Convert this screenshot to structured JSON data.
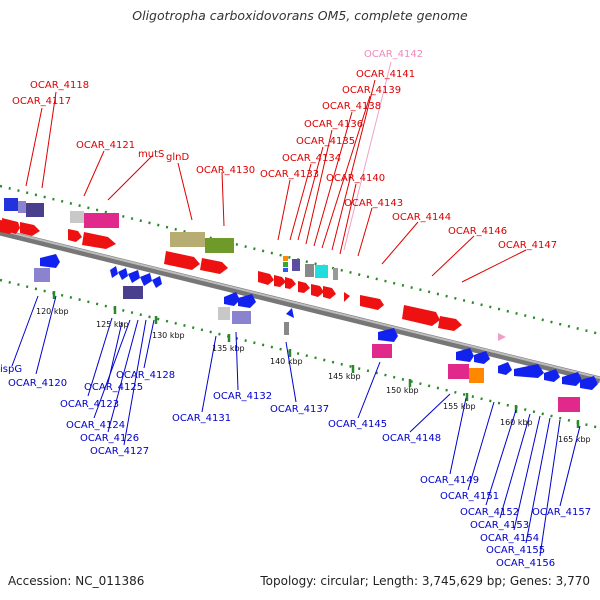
{
  "header": {
    "title": "Oligotropha carboxidovorans OM5, complete genome"
  },
  "footer": {
    "accession": "Accession: NC_011386",
    "summary": "Topology: circular; Length: 3,745,629 bp; Genes: 3,770"
  },
  "colors": {
    "forward_label": "#dd0000",
    "reverse_label": "#0000cc",
    "faint_label": "#ee88bb",
    "backbone": "#888888",
    "tick": "#228822"
  },
  "scale_labels": [
    "120 kbp",
    "125 kbp",
    "130 kbp",
    "135 kbp",
    "140 kbp",
    "145 kbp",
    "150 kbp",
    "155 kbp",
    "160 kbp",
    "165 kbp"
  ],
  "forward_labels": [
    "OCAR_4118",
    "OCAR_4117",
    "OCAR_4121",
    "mutS",
    "glnD",
    "OCAR_4130",
    "OCAR_4133",
    "OCAR_4134",
    "OCAR_4135",
    "OCAR_4136",
    "OCAR_4138",
    "OCAR_4139",
    "OCAR_4141",
    "OCAR_4140",
    "OCAR_4143",
    "OCAR_4144",
    "OCAR_4146",
    "OCAR_4147"
  ],
  "faint_labels": [
    "OCAR_4142"
  ],
  "reverse_labels": [
    "ispG",
    "OCAR_4120",
    "OCAR_4125",
    "OCAR_4123",
    "OCAR_4124",
    "OCAR_4126",
    "OCAR_4127",
    "OCAR_4128",
    "OCAR_4131",
    "OCAR_4132",
    "OCAR_4137",
    "OCAR_4145",
    "OCAR_4148",
    "OCAR_4149",
    "OCAR_4151",
    "OCAR_4152",
    "OCAR_4153",
    "OCAR_4154",
    "OCAR_4155",
    "OCAR_4156",
    "OCAR_4157"
  ]
}
